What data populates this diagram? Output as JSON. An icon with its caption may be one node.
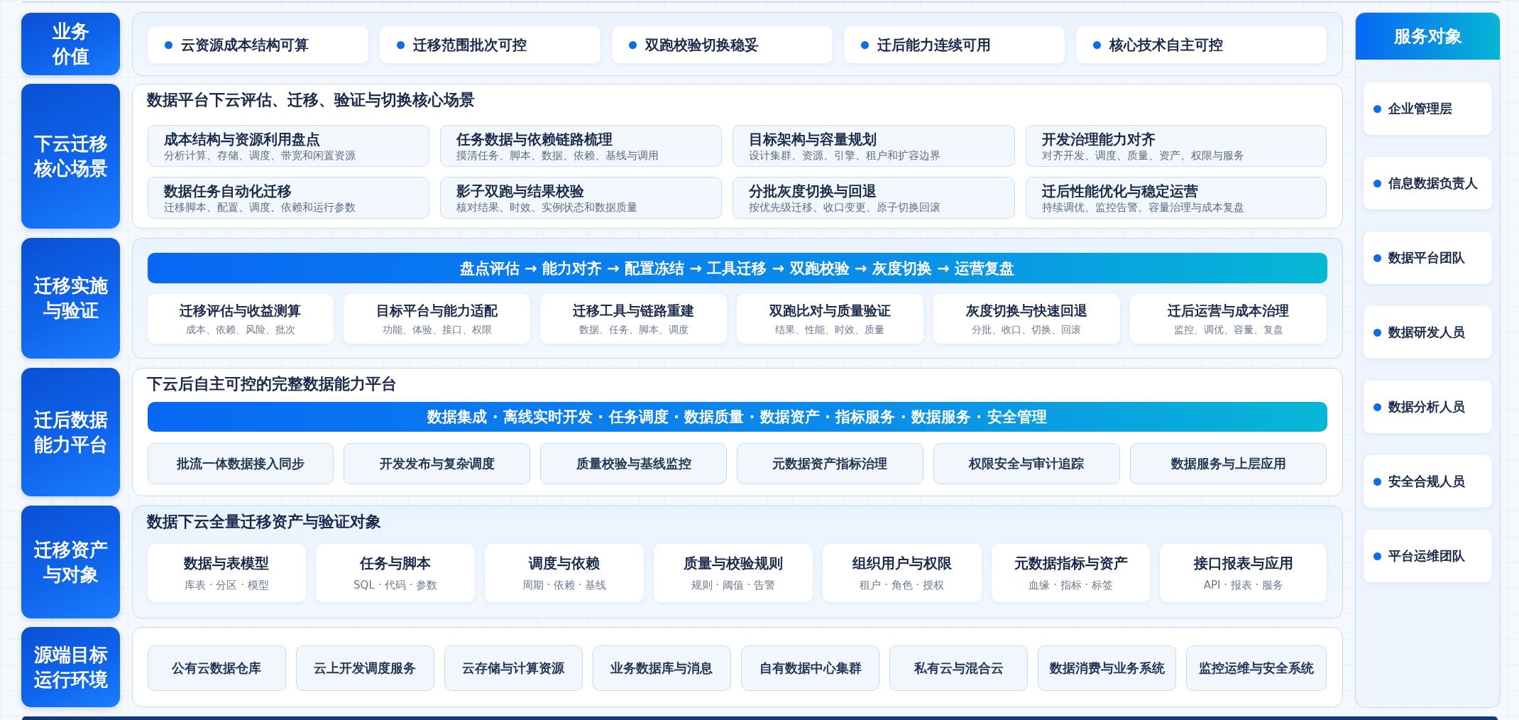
{
  "diagram": {
    "nodes": [
      {
        "text": [
          "业务价值"
        ]
      },
      {
        "text": [],
        "shape": "box"
      },
      {
        "text": [
          "云资源成本结构可算"
        ],
        "in": 1
      },
      {
        "text": [
          "迁移范围批次可控"
        ],
        "in": 1
      },
      {
        "text": [
          "双跑校验切换稳妥"
        ],
        "in": 1
      },
      {
        "text": [
          "迁后能力连续可用"
        ],
        "in": 1
      },
      {
        "text": [
          "核心技术自主可控"
        ],
        "in": 1
      },
      {
        "text": [
          "下云迁移核心场景"
        ]
      },
      {
        "text": [
          "数据平台下云评估、迁移、验证与切换核心场景"
        ]
      },
      {
        "text": [
          "成本结构与资源利用盘点",
          "分析计算、存储、调度、带宽和闲置资源"
        ],
        "in": 8
      },
      {
        "text": [
          "任务数据与依赖链路梳理",
          "摸清任务、脚本、数据、依赖、基线与调用"
        ],
        "in": 8
      },
      {
        "text": [
          "目标架构与容量规划",
          "设计集群、资源、引擎、租户和扩容边界"
        ],
        "in": 8
      },
      {
        "text": [
          "开发治理能力对齐",
          "对齐开发、调度、质量、资产、权限与服务"
        ],
        "in": 8
      },
      {
        "text": [
          "数据任务自动化迁移",
          "迁移脚本、配置、调度、依赖和运行参数"
        ],
        "in": 8
      },
      {
        "text": [
          "影子双跑与结果校验",
          "核对结果、时效、实例状态和数据质量"
        ],
        "in": 8
      },
      {
        "text": [
          "分批灰度切换与回退",
          "按优先级迁移、收口变更、原子切换回滚"
        ],
        "in": 8
      },
      {
        "text": [
          "迁后性能优化与稳定运营",
          "持续调优、监控告警、容量治理与成本复盘"
        ],
        "in": 8
      },
      {
        "text": [
          "迁移实施与验证"
        ]
      },
      {
        "text": [],
        "shape": "box"
      },
      {
        "text": [
          "盘点评估 → 能力对齐 → 配置冻结 → 工具迁移 → 双跑校验 → 灰度切换 → 运营复盘"
        ],
        "in": 18
      },
      {
        "text": [
          "迁移评估与收益测算",
          "成本、依赖、风险、批次"
        ],
        "in": 18
      },
      {
        "text": [
          "目标平台与能力适配",
          "功能、体验、接口、权限"
        ],
        "in": 18
      },
      {
        "text": [
          "迁移工具与链路重建",
          "数据、任务、脚本、调度"
        ],
        "in": 18
      },
      {
        "text": [
          "双跑比对与质量验证",
          "结果、性能、时效、质量"
        ],
        "in": 18
      },
      {
        "text": [
          "灰度切换与快速回退",
          "分批、收口、切换、回滚"
        ],
        "in": 18
      },
      {
        "text": [
          "迁后运营与成本治理",
          "监控、调优、容量、复盘"
        ],
        "in": 18
      },
      {
        "text": [
          "迁后数据能力平台"
        ]
      },
      {
        "text": [
          "下云后自主可控的完整数据能力平台"
        ]
      },
      {
        "text": [
          "数据集成 · 离线实时开发 · 任务调度 · 数据质量 · 数据资产 · 指标服务 · 数据服务 · 安全管理"
        ],
        "in": 27
      },
      {
        "text": [
          "批流一体数据接入同步"
        ],
        "in": 27
      },
      {
        "text": [
          "开发发布与复杂调度"
        ],
        "in": 27
      },
      {
        "text": [
          "质量校验与基线监控"
        ],
        "in": 27
      },
      {
        "text": [
          "元数据资产指标治理"
        ],
        "in": 27
      },
      {
        "text": [
          "权限安全与审计追踪"
        ],
        "in": 27
      },
      {
        "text": [
          "数据服务与上层应用"
        ],
        "in": 27
      },
      {
        "text": [
          "迁移资产与对象"
        ]
      },
      {
        "text": [
          "数据下云全量迁移资产与验证对象"
        ]
      },
      {
        "text": [
          "数据与表模型",
          "库表 · 分区 · 模型"
        ],
        "in": 36
      },
      {
        "text": [
          "任务与脚本",
          "SQL · 代码 · 参数"
        ],
        "in": 36
      },
      {
        "text": [
          "调度与依赖",
          "周期 · 依赖 · 基线"
        ],
        "in": 36
      },
      {
        "text": [
          "质量与校验规则",
          "规则 · 阈值 · 告警"
        ],
        "in": 36
      },
      {
        "text": [
          "组织用户与权限",
          "租户 · 角色 · 授权"
        ],
        "in": 36
      },
      {
        "text": [
          "元数据指标与资产",
          "血缘 · 指标 · 标签"
        ],
        "in": 36
      },
      {
        "text": [
          "接口报表与应用",
          "API · 报表 · 服务"
        ],
        "in": 36
      },
      {
        "text": [
          "源端目标运行环境"
        ]
      },
      {
        "text": [],
        "shape": "box"
      },
      {
        "text": [
          "公有云数据仓库"
        ],
        "in": 45
      },
      {
        "text": [
          "云上开发调度服务"
        ],
        "in": 45
      },
      {
        "text": [
          "云存储与计算资源"
        ],
        "in": 45
      },
      {
        "text": [
          "业务数据库与消息"
        ],
        "in": 45
      },
      {
        "text": [
          "自有数据中心集群"
        ],
        "in": 45
      },
      {
        "text": [
          "私有云与混合云"
        ],
        "in": 45
      },
      {
        "text": [
          "数据消费与业务系统"
        ],
        "in": 45
      },
      {
        "text": [
          "监控运维与安全系统"
        ],
        "in": 45
      },
      {
        "text": [
          "服务对象"
        ]
      },
      {
        "text": [
          "企业管理层"
        ],
        "in": 54
      },
      {
        "text": [
          "信息数据负责人"
        ],
        "in": 54
      },
      {
        "text": [
          "数据平台团队"
        ],
        "in": 54
      },
      {
        "text": [
          "数据研发人员"
        ],
        "in": 54
      },
      {
        "text": [
          "数据分析人员"
        ],
        "in": 54
      },
      {
        "text": [
          "安全合规人员"
        ],
        "in": 54
      },
      {
        "text": [
          "平台运维团队"
        ],
        "in": 54
      }
    ]
  }
}
